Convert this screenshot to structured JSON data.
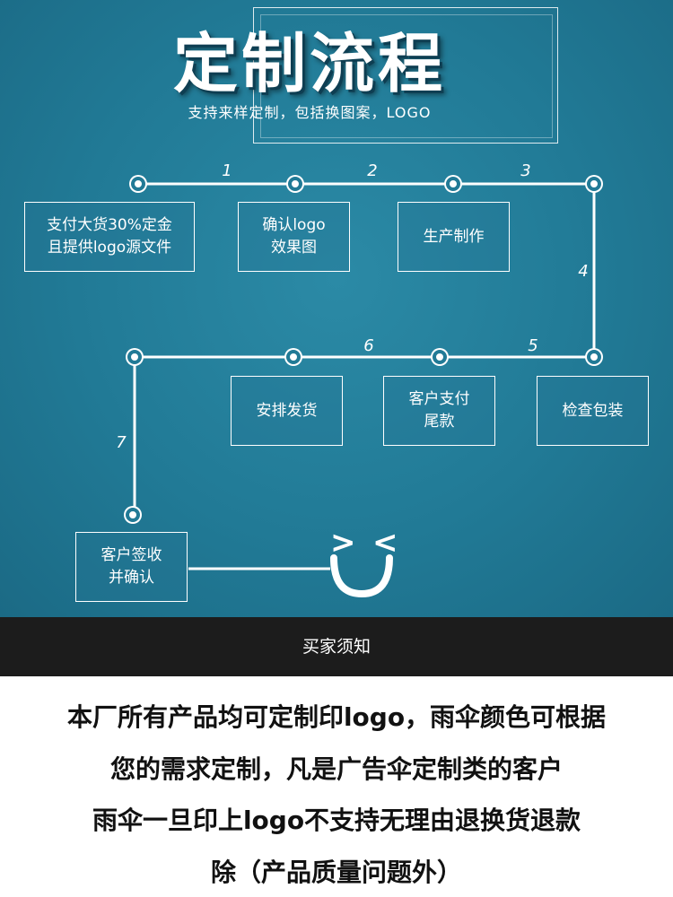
{
  "header": {
    "title": "定制流程",
    "subtitle": "支持来样定制，包括换图案，LOGO"
  },
  "steps": {
    "numbers": [
      "1",
      "2",
      "3",
      "4",
      "5",
      "6",
      "7"
    ],
    "s1": {
      "line1": "支付大货30%定金",
      "line2": "且提供logo源文件"
    },
    "s2": {
      "line1": "确认logo",
      "line2": "效果图"
    },
    "s3": {
      "line1": "生产制作"
    },
    "s4": {
      "line1": "检查包装"
    },
    "s5": {
      "line1": "客户支付",
      "line2": "尾款"
    },
    "s6": {
      "line1": "安排发货"
    },
    "s7": {
      "line1": "客户签收",
      "line2": "并确认"
    }
  },
  "smiley": {
    "left_eye": ">",
    "right_eye": "<"
  },
  "notice": {
    "title": "买家须知",
    "lines": [
      "本厂所有产品均可定制印logo，雨伞颜色可根据",
      "您的需求定制，凡是广告伞定制类的客户",
      "雨伞一旦印上logo不支持无理由退换货退款",
      "除（产品质量问题外）"
    ]
  },
  "colors": {
    "primary_bg": "#217a96",
    "notice_bar": "#1c1c1c",
    "text_light": "#ffffff",
    "text_dark": "#111111"
  }
}
